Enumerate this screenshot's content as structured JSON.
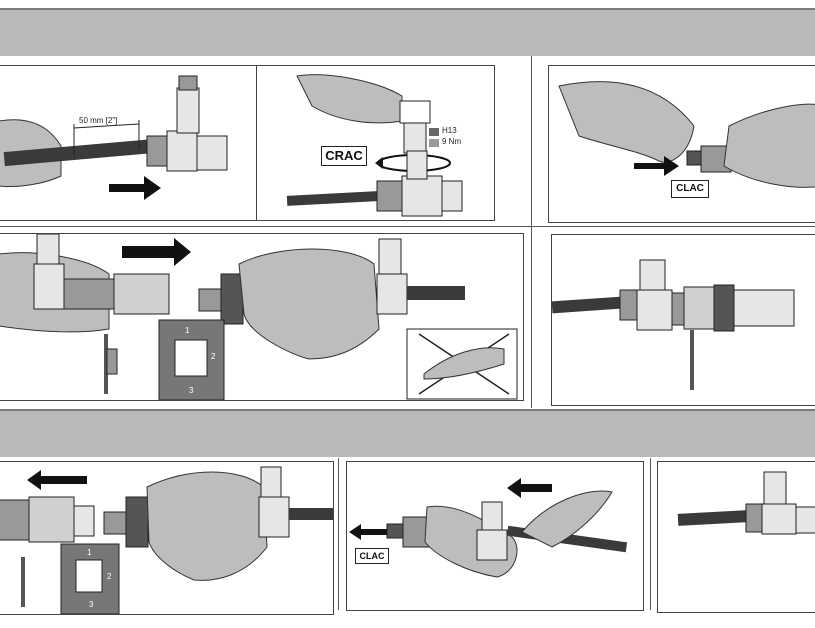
{
  "labels": {
    "length": "50 mm [2\"]",
    "crac": "CRAC",
    "wrench_size": "H13",
    "torque": "9 Nm",
    "clac_top": "CLAC",
    "clac_bottom": "CLAC",
    "steps": [
      "1",
      "2",
      "3"
    ],
    "steps_bottom": [
      "1",
      "2",
      "3"
    ]
  },
  "colors": {
    "band": "#b9b9b9",
    "glove": "#bdbdbd",
    "pipe": "#3a3a3a",
    "fitting": "#e6e6e6"
  }
}
